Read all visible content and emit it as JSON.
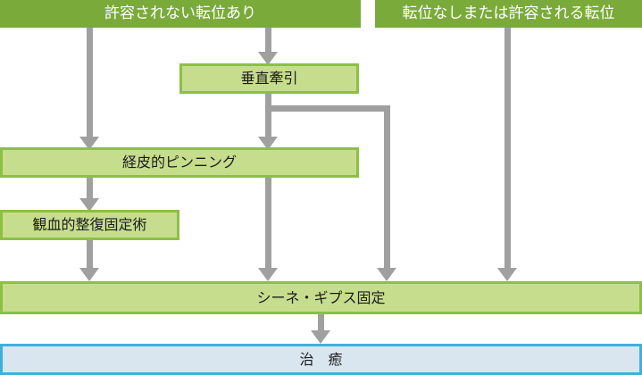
{
  "diagram": {
    "title": "",
    "language": "ja",
    "colors": {
      "header_fill": "#7aab3a",
      "node_fill": "#c6dd8e",
      "node_border": "#8cc044",
      "terminal_fill": "#d9e6ef",
      "terminal_border": "#3fb0de",
      "connector": "#a0a0a0",
      "background": "#ffffff",
      "header_text": "#ffffff",
      "node_text": "#1c1c1c"
    },
    "nodes": {
      "displaced": {
        "label": "許容されない転位あり",
        "type": "header"
      },
      "nondisplaced": {
        "label": "転位なしまたは許容される転位",
        "type": "header"
      },
      "traction": {
        "label": "垂直牽引",
        "type": "process"
      },
      "pinning": {
        "label": "経皮的ピンニング",
        "type": "process"
      },
      "orif": {
        "label": "観血的整復固定術",
        "type": "process"
      },
      "cast": {
        "label": "シーネ・ギプス固定",
        "type": "process"
      },
      "healed": {
        "label": "治　癒",
        "type": "terminal"
      }
    },
    "edges": [
      {
        "from": "displaced",
        "to": "pinning",
        "style": "straight-down"
      },
      {
        "from": "displaced",
        "to": "traction",
        "style": "straight-down"
      },
      {
        "from": "traction",
        "to": "pinning",
        "style": "straight-down"
      },
      {
        "from": "traction",
        "to": "cast",
        "style": "straight-down"
      },
      {
        "from": "traction",
        "to": "cast",
        "style": "right-then-down"
      },
      {
        "from": "pinning",
        "to": "orif",
        "style": "straight-down"
      },
      {
        "from": "orif",
        "to": "cast",
        "style": "straight-down"
      },
      {
        "from": "nondisplaced",
        "to": "cast",
        "style": "straight-down"
      },
      {
        "from": "cast",
        "to": "healed",
        "style": "straight-down"
      }
    ]
  }
}
